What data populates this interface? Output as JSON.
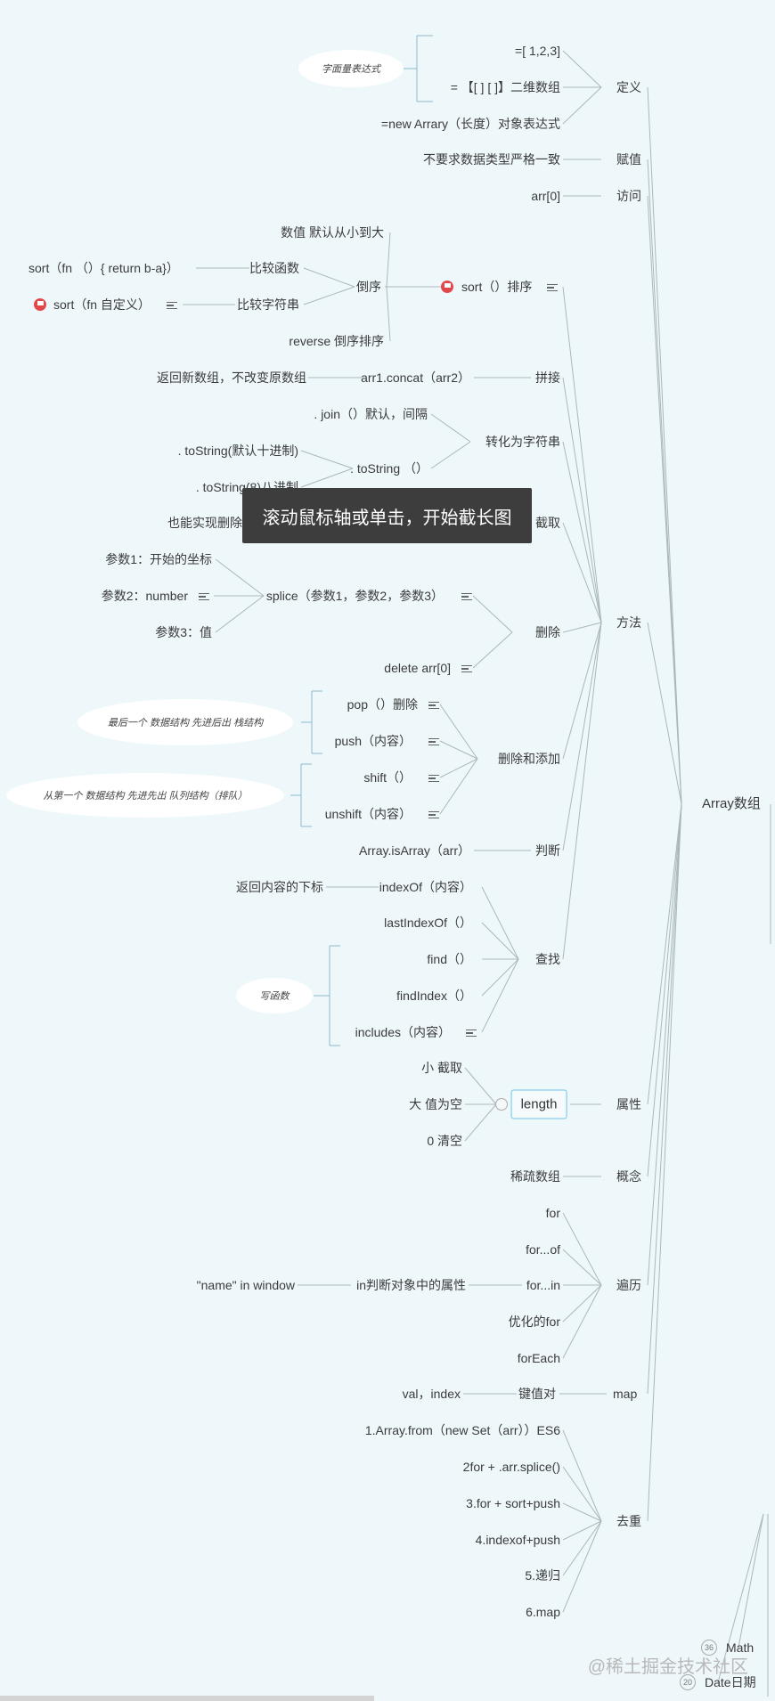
{
  "root": "Array数组",
  "overlay": "滚动鼠标轴或单击，开始截长图",
  "watermark": "@稀土掘金技术社区",
  "bottom": {
    "math": "Math",
    "math_count": "36",
    "date": "Date日期",
    "date_count": "20"
  },
  "definition": {
    "label": "定义",
    "literal": "=[ 1,2,3]",
    "twod": "= 【[ ] [ ]】二维数组",
    "object": "=new Arrary（长度）对象表达式",
    "bubble": "字面量表达式"
  },
  "assign": {
    "label": "赋值",
    "text": "不要求数据类型严格一致"
  },
  "access": {
    "label": "访问",
    "text": "arr[0]"
  },
  "methods": {
    "label": "方法",
    "sort": {
      "label": "sort（）排序",
      "numeric": "数值 默认从小到大",
      "reverse_order": "倒序",
      "compare_fn": "比较函数",
      "compare_fn_code": "sort（fn （）{ return b-a}）",
      "compare_str": "比较字符串",
      "custom": "sort（fn 自定义）",
      "reverse": "reverse 倒序排序"
    },
    "concat": {
      "label": "拼接",
      "method": "arr1.concat（arr2）",
      "note": "返回新数组，不改变原数组"
    },
    "tostring": {
      "label": "转化为字符串",
      "join": ". join（）默认，间隔",
      "tostring": ". toString （）",
      "dec": ". toString(默认十进制)",
      "oct": ". toString(8)八进制"
    },
    "slice": {
      "label": "截取",
      "note": "也能实现删除"
    },
    "remove": {
      "label": "删除",
      "splice": "splice（参数1，参数2，参数3）",
      "p1": "参数1：开始的坐标",
      "p2": "参数2：number",
      "p3": "参数3：值",
      "delete": "delete arr[0]"
    },
    "addremove": {
      "label": "删除和添加",
      "pop": "pop（）删除",
      "push": "push（内容）",
      "shift": "shift（）",
      "unshift": "unshift（内容）",
      "stack_note": "最后一个 数据结构 先进后出 栈结构",
      "queue_note": "从第一个 数据结构 先进先出 队列结构（排队）"
    },
    "judge": {
      "label": "判断",
      "text": "Array.isArray（arr）"
    },
    "find": {
      "label": "查找",
      "indexof": "indexOf（内容）",
      "indexof_note": "返回内容的下标",
      "lastindexof": "lastIndexOf（）",
      "find": "find（）",
      "findindex": "findIndex（）",
      "includes": "includes（内容）",
      "fn_note": "写函数"
    }
  },
  "property": {
    "label": "属性",
    "length": "length",
    "small": "小 截取",
    "big": "大 值为空",
    "zero": "0  清空"
  },
  "concept": {
    "label": "概念",
    "text": "稀疏数组"
  },
  "traverse": {
    "label": "遍历",
    "for": "for",
    "forof": "for...of",
    "forin": "for...in",
    "forin_note": "in判断对象中的属性",
    "forin_example": "\"name\" in window",
    "optfor": "优化的for",
    "foreach": "forEach"
  },
  "map": {
    "label": "map",
    "kv": "键值对",
    "kv_text": "val，index"
  },
  "dedupe": {
    "label": "去重",
    "m1": "1.Array.from（new Set（arr））ES6",
    "m2": "2for + .arr.splice()",
    "m3": "3.for + sort+push",
    "m4": "4.indexof+push",
    "m5": "5.递归",
    "m6": "6.map"
  }
}
